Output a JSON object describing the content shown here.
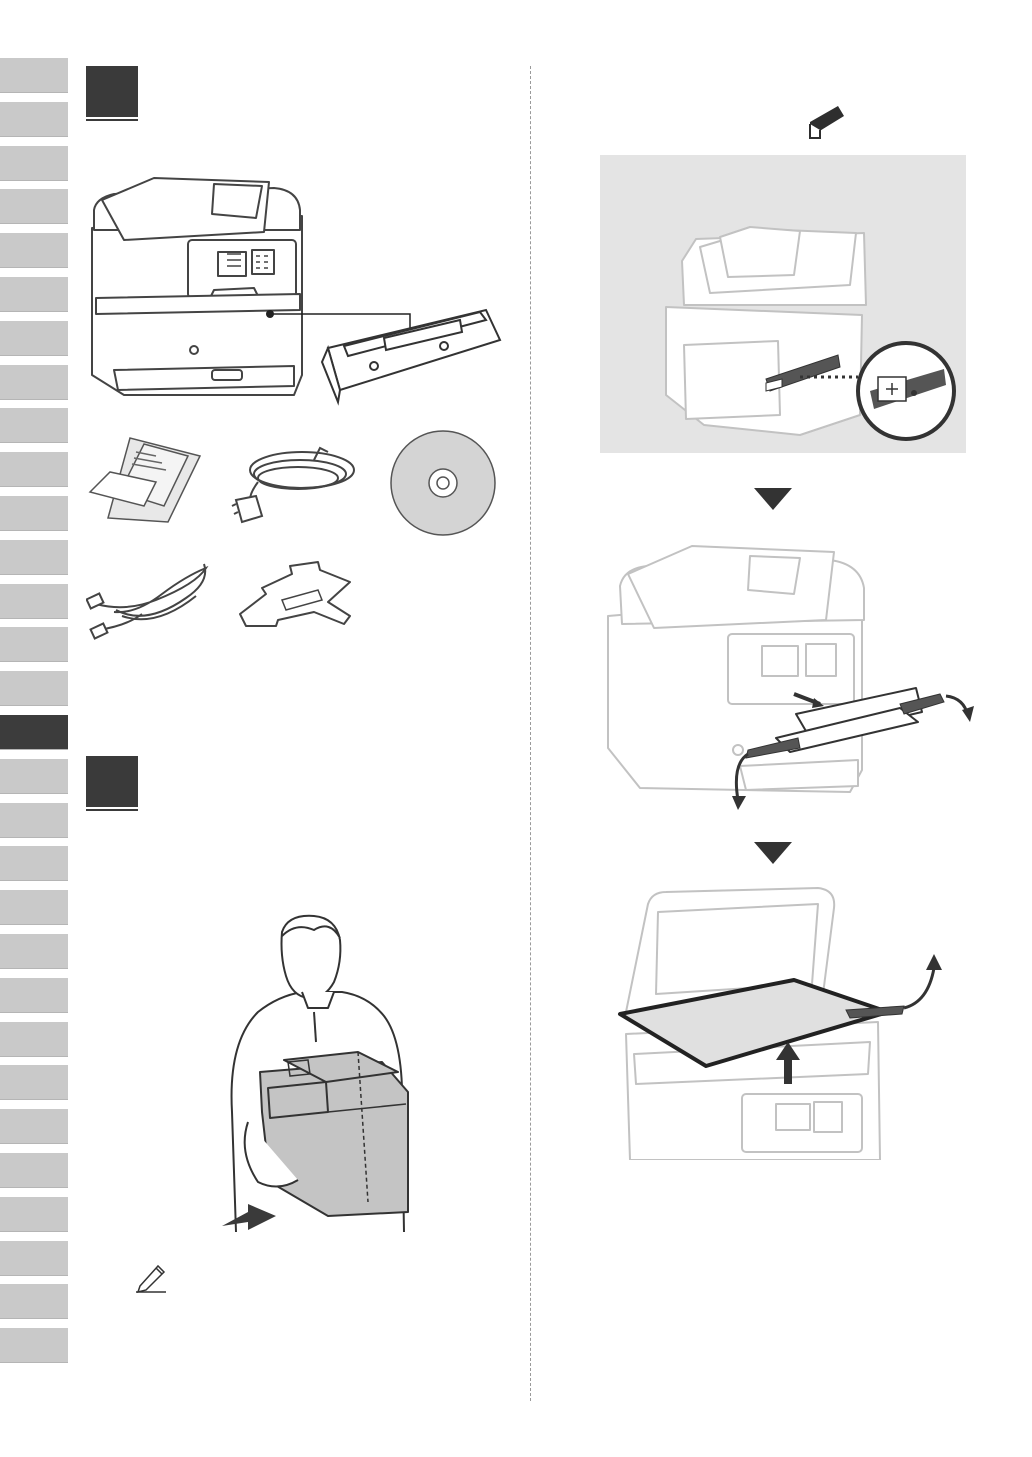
{
  "tabs": {
    "count": 30,
    "active_index": 15
  },
  "steps": [
    {
      "id": "unpack"
    },
    {
      "id": "carry"
    }
  ],
  "icons": {
    "tape": "tape-icon",
    "usb": "usb-icon",
    "note": "pencil-note-icon",
    "arrow": "down-triangle-icon"
  },
  "colors": {
    "tab": "#c9c9c9",
    "tab_active": "#3c3c3c",
    "step": "#3a3a3a",
    "panel": "#e4e4e4"
  }
}
